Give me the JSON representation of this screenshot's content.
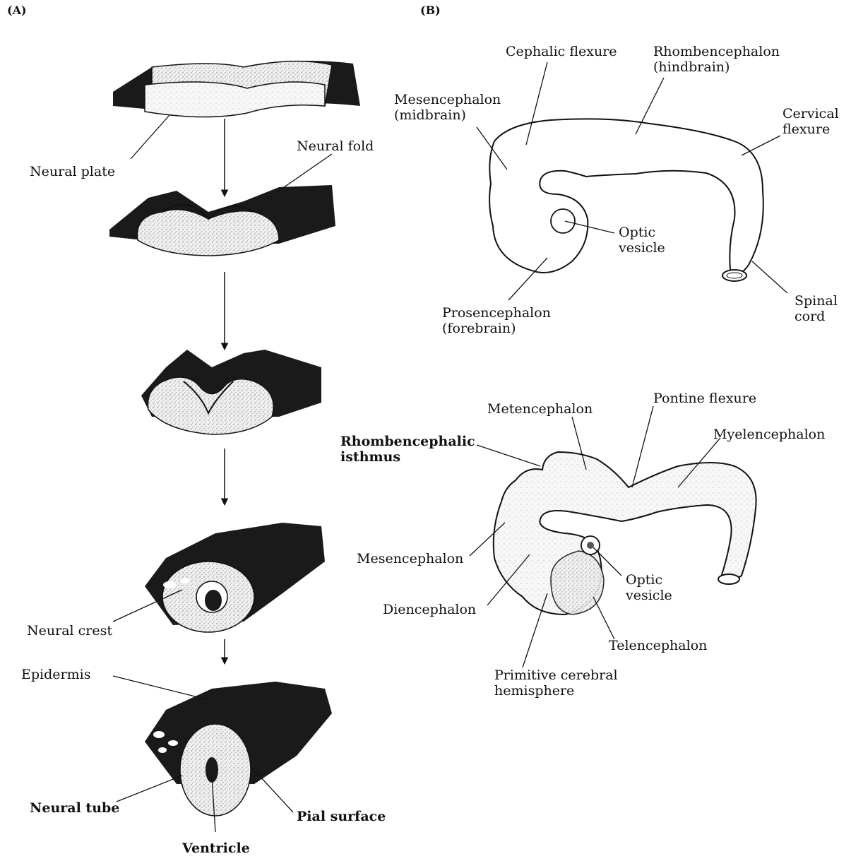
{
  "panels": {
    "a": "(A)",
    "b": "(B)"
  },
  "panel_a": {
    "neural_plate": "Neural plate",
    "neural_fold": "Neural fold",
    "neural_crest": "Neural crest",
    "epidermis": "Epidermis",
    "neural_tube": "Neural tube",
    "pial_surface": "Pial surface",
    "ventricle": "Ventricle"
  },
  "panel_b_upper": {
    "cephalic_flexure": "Cephalic flexure",
    "rhombencephalon": "Rhombencephalon\n(hindbrain)",
    "mesencephalon": "Mesencephalon\n(midbrain)",
    "cervical_flexure": "Cervical\nflexure",
    "optic_vesicle": "Optic\nvesicle",
    "prosencephalon": "Prosencephalon\n(forebrain)",
    "spinal_cord": "Spinal\ncord"
  },
  "panel_b_lower": {
    "metencephalon": "Metencephalon",
    "pontine_flexure": "Pontine flexure",
    "myelencephalon": "Myelencephalon",
    "rhombencephalic_isthmus": "Rhombencephalic\nisthmus",
    "mesencephalon": "Mesencephalon",
    "optic_vesicle": "Optic\nvesicle",
    "diencephalon": "Diencephalon",
    "telencephalon": "Telencephalon",
    "primitive_cerebral_hemisphere": "Primitive cerebral\nhemisphere"
  },
  "colors": {
    "ink": "#111111",
    "dark_tissue": "#1a1a1a",
    "stipple_fill": "#e6e6e6",
    "light_fill": "#f4f4f4"
  }
}
